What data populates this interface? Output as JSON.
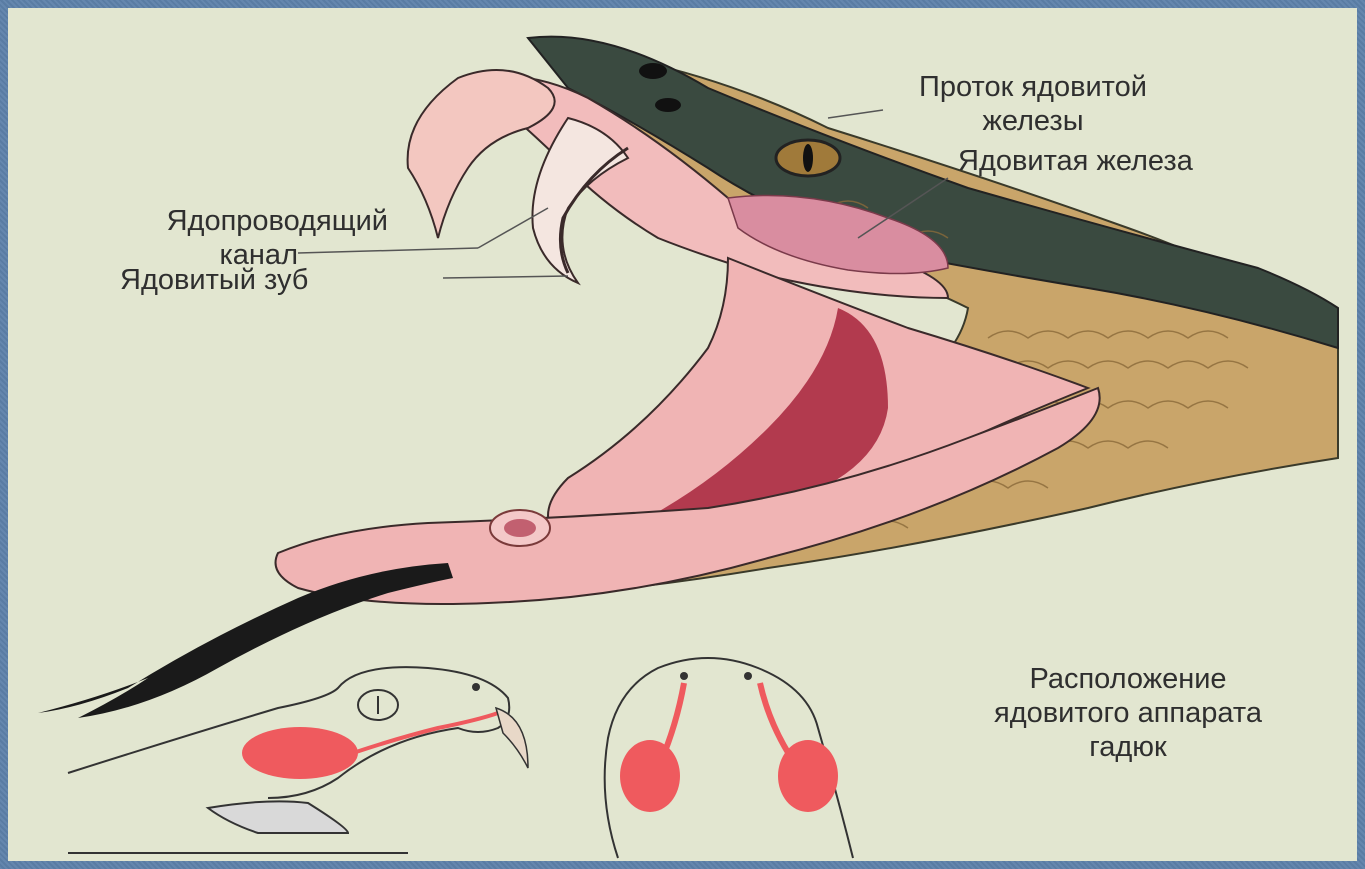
{
  "labels": {
    "duct_line1": "Проток ядовитой",
    "duct_line2": "железы",
    "gland": "Ядовитая железа",
    "canal_line1": "Ядопроводящий",
    "canal_line2": "канал",
    "fang": "Ядовитый зуб",
    "location_line1": "Расположение",
    "location_line2": "ядовитого аппарата",
    "location_line3": "гадюк"
  },
  "colors": {
    "background_frame": "#5d81aa",
    "panel": "#e2e6d0",
    "gland": "#ef5a5e",
    "mouth": "#f2bcbc",
    "throat": "#b23a4e",
    "scales": "#c9a56a",
    "head_dark": "#3a4a40",
    "tongue": "#1a1a1a"
  }
}
